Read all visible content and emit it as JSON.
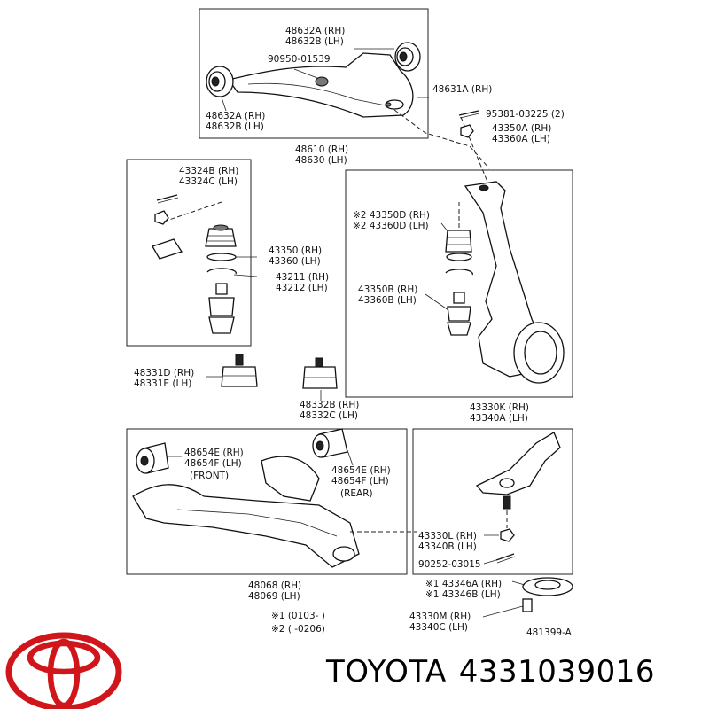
{
  "brand": {
    "name": "TOYOTA",
    "part_number": "4331039016",
    "logo_color": "#d0161b"
  },
  "labels": {
    "upper_bush_top_rh": "48632A (RH)",
    "upper_bush_top_lh": "48632B (LH)",
    "upper_plug": "90950-01539",
    "upper_bush_rh": "48632A (RH)",
    "upper_bush_lh": "48632B (LH)",
    "upper_arm_rh": "48610 (RH)",
    "upper_arm_lh": "48630 (LH)",
    "upper_arm_sub": "48631A (RH)",
    "upper_pin": "95381-03225 (2)",
    "upper_nut_rh": "43350A (RH)",
    "upper_nut_lh": "43360A (LH)",
    "kit_top_rh": "43324B (RH)",
    "kit_top_lh": "43324C (LH)",
    "kit_rh": "43350 (RH)",
    "kit_lh": "43360 (LH)",
    "ring_rh": "43211 (RH)",
    "ring_lh": "43212 (LH)",
    "boot_rh": "※2 43350D (RH)",
    "boot_lh": "※2 43360D (LH)",
    "joint_rh": "43350B (RH)",
    "joint_lh": "43360B (LH)",
    "bumper_d": "48331D (RH)",
    "bumper_e": "48331E (LH)",
    "bumper_b": "48332B (RH)",
    "bumper_c": "48332C (LH)",
    "knuckle_rh": "43330K (RH)",
    "knuckle_lh": "43340A (LH)",
    "lower_bush_front_rh": "48654E (RH)",
    "lower_bush_front_lh": "48654F (LH)",
    "front_tag": "(FRONT)",
    "lower_bush_rear_rh": "48654E (RH)",
    "lower_bush_rear_lh": "48654F (LH)",
    "rear_tag": "(REAR)",
    "lower_nut_rh": "43330L (RH)",
    "lower_nut_lh": "43340B (LH)",
    "lower_pin": "90252-03015",
    "lower_arm_rh": "48068 (RH)",
    "lower_arm_lh": "48069 (LH)",
    "shim_rh": "※1 43346A (RH)",
    "shim_lh": "※1 43346B (LH)",
    "note1": "※1 (0103-         )",
    "note2": "※2 (         -0206)",
    "lower_joint_rh": "43330M (RH)",
    "lower_joint_lh": "43340C (LH)",
    "diagram_code": "481399-A"
  }
}
